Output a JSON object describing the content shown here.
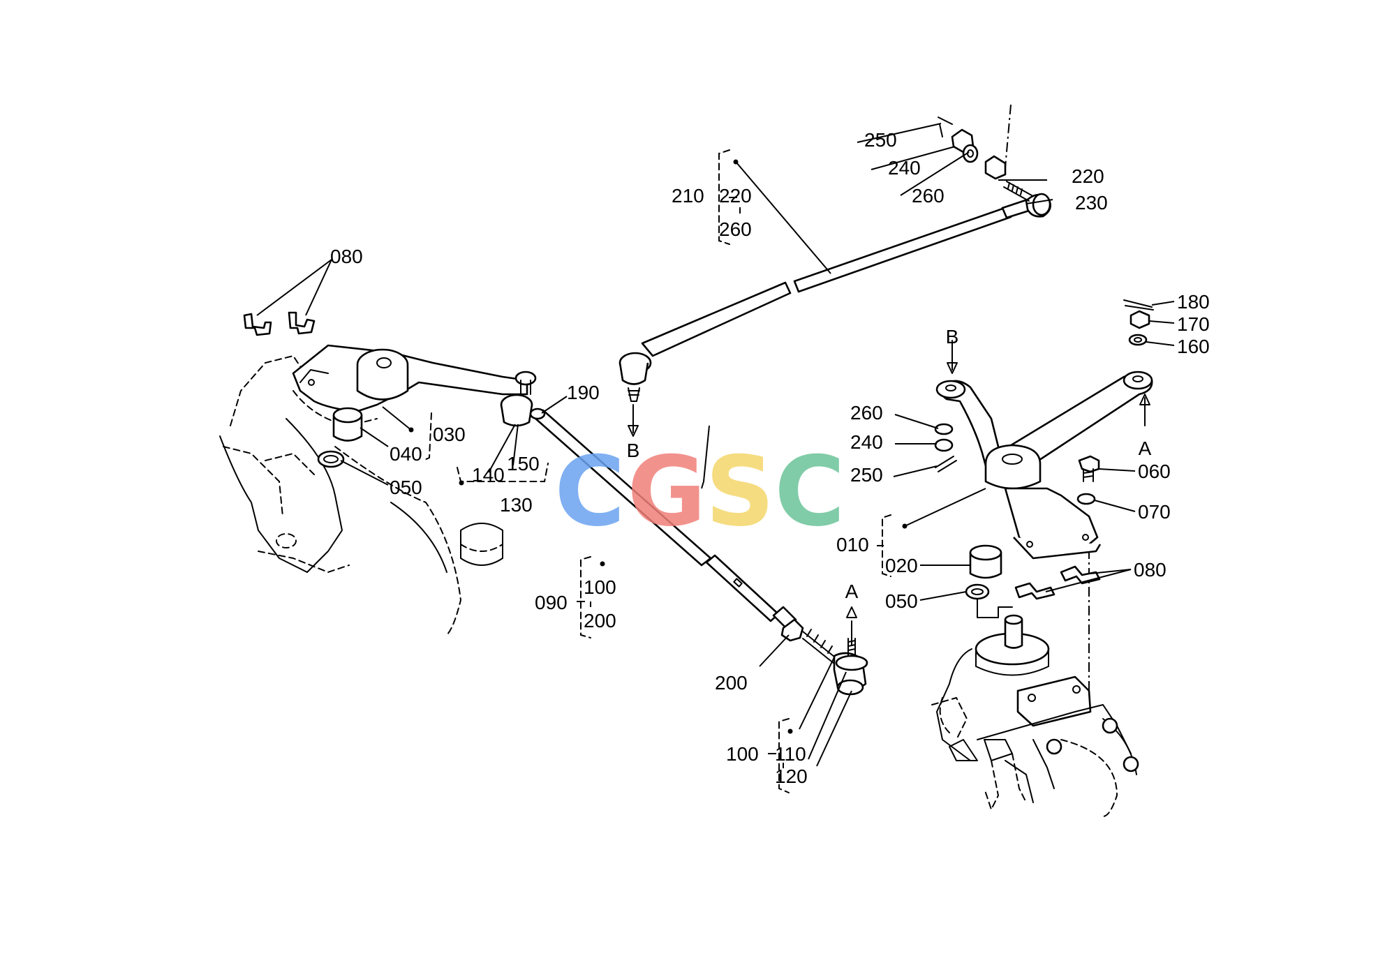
{
  "watermark": {
    "letters": [
      {
        "char": "C",
        "color": "#6aa3f0"
      },
      {
        "char": "G",
        "color": "#f0807a"
      },
      {
        "char": "S",
        "color": "#f5d66a"
      },
      {
        "char": "C",
        "color": "#6cc49a"
      }
    ]
  },
  "markers": {
    "a_top": "A",
    "a_bottom": "A",
    "b_top": "B",
    "b_bottom": "B"
  },
  "callouts": {
    "c080_left": "080",
    "c190": "190",
    "c030": "030",
    "c040": "040",
    "c050_left": "050",
    "c140": "140",
    "c150": "150",
    "c130": "130",
    "c210": "210",
    "c220_group": "220",
    "c260_group": "260",
    "c250_top": "250",
    "c240_top": "240",
    "c260_top": "260",
    "c220_top": "220",
    "c230": "230",
    "c090": "090",
    "c100_group": "100",
    "c200_group": "200",
    "c200": "200",
    "c100": "100",
    "c110": "110",
    "c120": "120",
    "c180": "180",
    "c170": "170",
    "c160": "160",
    "c260_right": "260",
    "c240_right": "240",
    "c250_right": "250",
    "c060": "060",
    "c070": "070",
    "c010": "010",
    "c020": "020",
    "c080_right": "080",
    "c050_right": "050"
  }
}
